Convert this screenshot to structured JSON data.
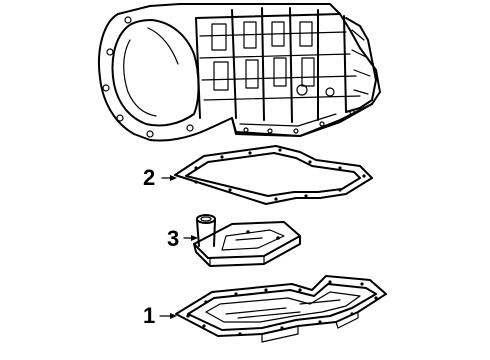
{
  "callouts": [
    {
      "number": "1",
      "part": "transmission-pan"
    },
    {
      "number": "2",
      "part": "pan-gasket"
    },
    {
      "number": "3",
      "part": "filter"
    }
  ]
}
